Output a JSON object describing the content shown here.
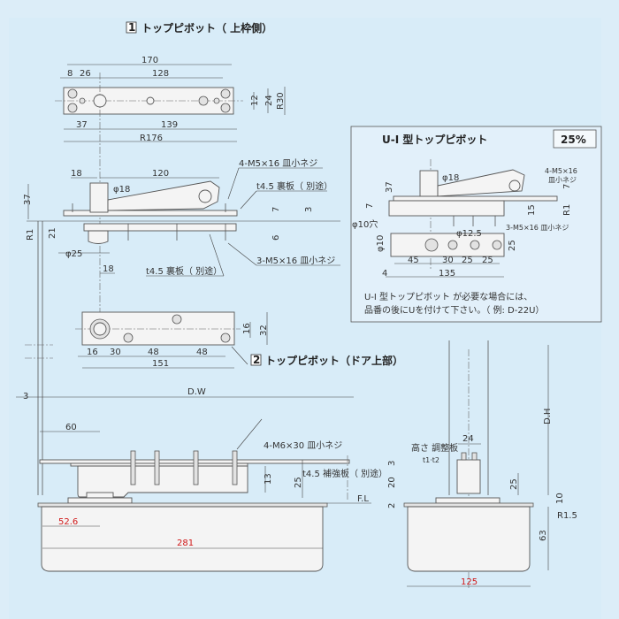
{
  "section1": {
    "number": "1",
    "title": "トップピボット（ 上枠側）",
    "plan_dims": {
      "d170": "170",
      "d8": "8",
      "d26": "26",
      "d128": "128",
      "d12": "12",
      "d24": "24",
      "r30": "R30",
      "d37": "37",
      "d139": "139",
      "r176": "R176"
    },
    "side_dims": {
      "d18a": "18",
      "d120": "120",
      "phi18": "φ18",
      "d37": "37",
      "r1": "R1",
      "d21": "21",
      "phi25": "φ25",
      "d18b": "18",
      "d7": "7",
      "d3": "3",
      "d6": "6"
    },
    "notes": {
      "screws_top": "4-M5×16 皿小ネジ",
      "backplate_right": "t4.5 裏板（ 別途）",
      "screws_bottom": "3-M5×16 皿小ネジ",
      "backplate_bottom": "t4.5 裏板（ 別途）"
    }
  },
  "section2": {
    "number": "2",
    "title": "トップピボット（ドア上部）",
    "dims": {
      "d16": "16",
      "d30": "30",
      "d48a": "48",
      "d48b": "48",
      "d151": "151",
      "v16": "16",
      "v32": "32"
    }
  },
  "inset": {
    "title": "U-I 型トップピボット",
    "scale_badge": "25%",
    "dims": {
      "d37": "37",
      "phi18": "φ18",
      "d7a": "7",
      "d7b": "7",
      "phi10hole": "φ10穴",
      "d15": "15",
      "r1": "R1",
      "phi12_5": "φ12.5",
      "phi10": "φ10",
      "d25v": "25",
      "d45": "45",
      "d30": "30",
      "d25a": "25",
      "d25b": "25",
      "d4": "4",
      "d135": "135"
    },
    "notes": {
      "screws_top_1": "4-M5×16",
      "screws_top_2": "皿小ネジ",
      "screws_bottom": "3-M5×16 皿小ネジ"
    },
    "footer_line1": "U-I 型トップピボット が必要な場合には、",
    "footer_line2": "品番の後にUを付けて下さい。（ 例: D-22U）"
  },
  "floor_hinge": {
    "dims": {
      "d3": "3",
      "dw": "D.W",
      "d60": "60",
      "d13": "13",
      "d25": "25",
      "fl": "F.L",
      "d52_6": "52.6",
      "d281": "281"
    },
    "notes": {
      "screws": "4-M6×30 皿小ネジ",
      "reinforce": "t4.5 補強板（ 別途）"
    },
    "colors": {
      "key_dims": "#d01818"
    }
  },
  "side_view": {
    "dims": {
      "dh": "D.H",
      "d24": "24",
      "d3": "3",
      "d20": "20",
      "d2": "2",
      "d25": "25",
      "d10": "10",
      "r1_5": "R1.5",
      "d63": "63",
      "d125": "125"
    },
    "notes": {
      "adjust_plate": "高さ 調整板",
      "adjust_thickness": "t1·t2"
    }
  }
}
